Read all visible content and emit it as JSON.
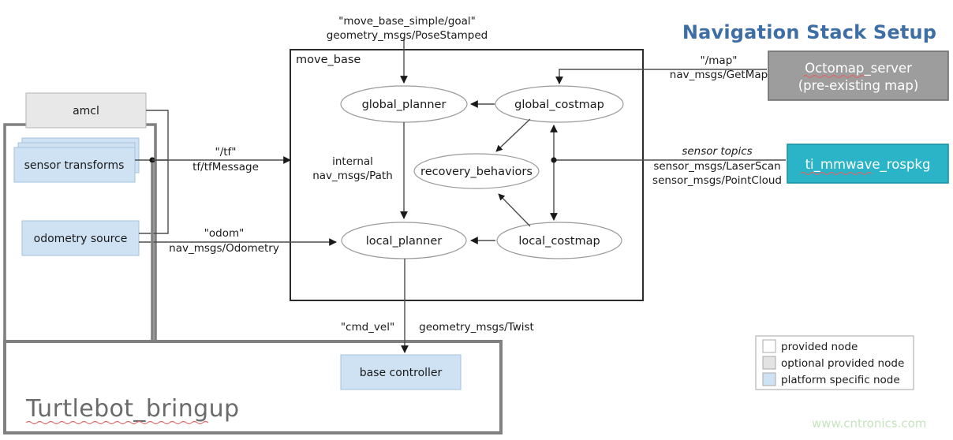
{
  "title": {
    "text": "Navigation Stack Setup",
    "color": "#3d6ea5"
  },
  "watermark": {
    "text": "www.cntronics.com",
    "color": "#c6e4bd"
  },
  "frames": {
    "move_base": {
      "label": "move_base"
    },
    "bringup": {
      "label": "Turtlebot_bringup"
    }
  },
  "nodes": {
    "amcl": {
      "label": "amcl",
      "fill": "#e8e8e8",
      "type": "optional-provided-node"
    },
    "sensor_transforms": {
      "label": "sensor transforms",
      "fill": "#cfe2f3",
      "type": "platform-specific-node"
    },
    "odometry_source": {
      "label": "odometry source",
      "fill": "#cfe2f3",
      "type": "platform-specific-node"
    },
    "base_controller": {
      "label": "base controller",
      "fill": "#cfe2f3",
      "type": "platform-specific-node"
    },
    "octomap_server": {
      "label_line1": "Octomap_server",
      "label_line2": "(pre-existing  map)",
      "fill": "#9d9d9d",
      "text_color": "#ffffff"
    },
    "ti_mmwave": {
      "label": "ti_mmwave_rospkg",
      "fill": "#2bb3c8",
      "text_color": "#ffffff"
    }
  },
  "ellipses": {
    "global_planner": {
      "label": "global_planner"
    },
    "global_costmap": {
      "label": "global_costmap"
    },
    "recovery_behaviors": {
      "label": "recovery_behaviors"
    },
    "local_planner": {
      "label": "local_planner"
    },
    "local_costmap": {
      "label": "local_costmap"
    }
  },
  "edge_labels": {
    "goal_topic": "\"move_base_simple/goal\"",
    "goal_type": "geometry_msgs/PoseStamped",
    "map_topic": "\"/map\"",
    "map_type": "nav_msgs/GetMap",
    "tf_topic": "\"/tf\"",
    "tf_type": "tf/tfMessage",
    "odom_topic": "\"odom\"",
    "odom_type": "nav_msgs/Odometry",
    "internal_label": "internal",
    "internal_type": "nav_msgs/Path",
    "sensor_topics": "sensor topics",
    "sensor_type1": "sensor_msgs/LaserScan",
    "sensor_type2": "sensor_msgs/PointCloud",
    "cmdvel_topic": "\"cmd_vel\"",
    "cmdvel_type": "geometry_msgs/Twist"
  },
  "legend": {
    "items": [
      {
        "label": "provided node",
        "color": "#ffffff"
      },
      {
        "label": "optional provided node",
        "color": "#e3e3e3"
      },
      {
        "label": "platform specific node",
        "color": "#cfe2f3"
      }
    ]
  }
}
